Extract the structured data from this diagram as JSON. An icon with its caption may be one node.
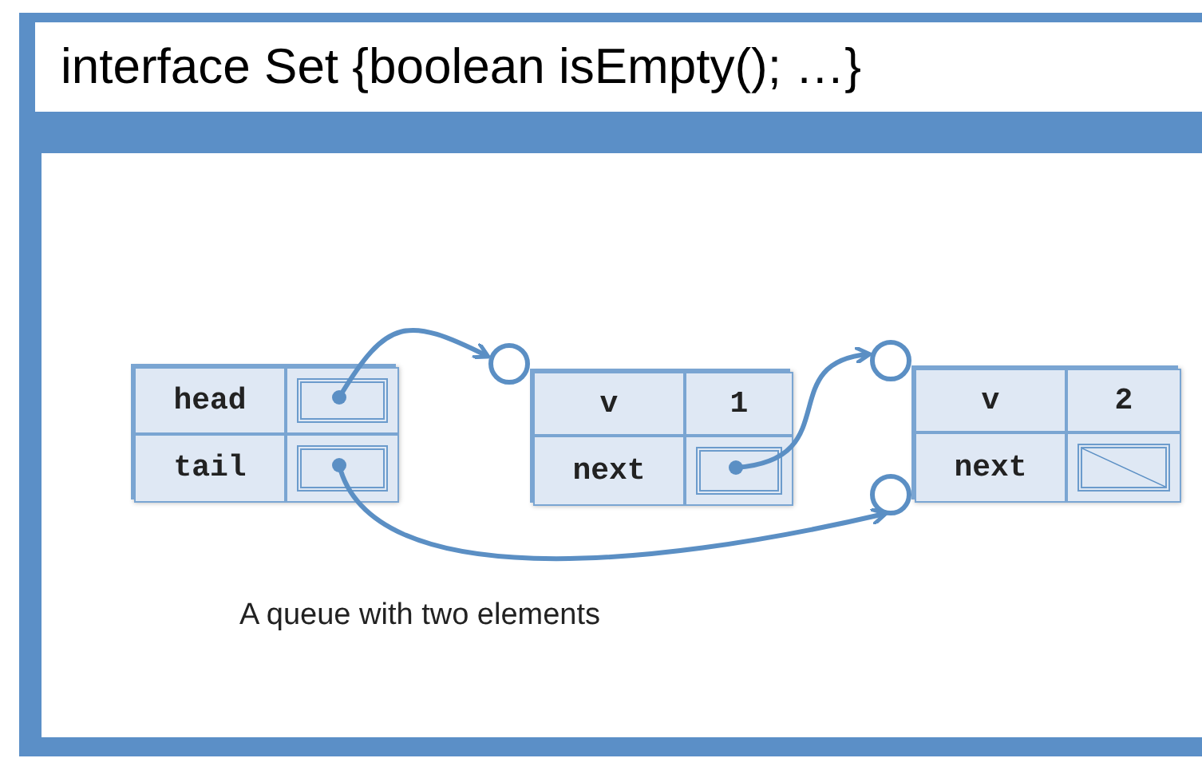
{
  "diagram": {
    "title": "interface Set {boolean isEmpty(); …}",
    "caption": "A queue with two elements",
    "nodes": [
      {
        "text": [],
        "shape": "box"
      },
      {
        "text": [
          "head"
        ],
        "in": 0
      },
      {
        "text": [],
        "shape": "box",
        "in": 0
      },
      {
        "text": [
          "tail"
        ],
        "in": 0
      },
      {
        "text": [],
        "shape": "box",
        "in": 0
      },
      {
        "text": [],
        "shape": "box"
      },
      {
        "text": [
          "v"
        ],
        "in": 5
      },
      {
        "text": [
          "1"
        ],
        "in": 5
      },
      {
        "text": [
          "next"
        ],
        "in": 5
      },
      {
        "text": [],
        "shape": "box",
        "in": 5
      },
      {
        "text": [],
        "shape": "box"
      },
      {
        "text": [
          "v"
        ],
        "in": 10
      },
      {
        "text": [
          "2"
        ],
        "in": 10
      },
      {
        "text": [
          "next"
        ],
        "in": 10
      },
      {
        "text": [],
        "shape": "box",
        "in": 10
      },
      {
        "text": [],
        "shape": "circle"
      },
      {
        "text": [],
        "shape": "circle"
      },
      {
        "text": [],
        "shape": "circle"
      }
    ],
    "edges": [
      {
        "from": 2,
        "to": 15,
        "arrow": "to"
      },
      {
        "from": 9,
        "to": 16,
        "arrow": "to"
      },
      {
        "from": 4,
        "to": 17,
        "arrow": "to"
      }
    ]
  }
}
